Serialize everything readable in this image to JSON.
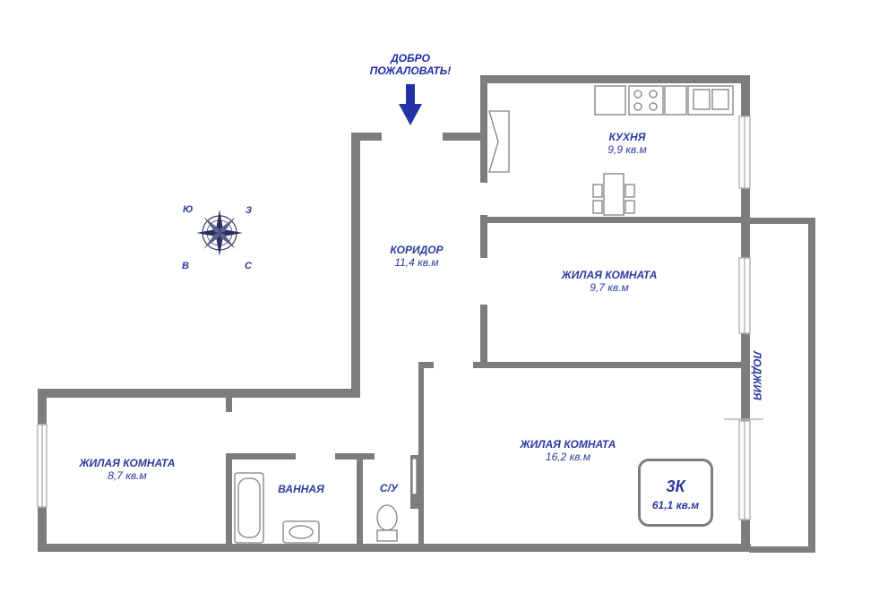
{
  "entrance": {
    "line1": "ДОБРО",
    "line2": "ПОЖАЛОВАТЬ!"
  },
  "rooms": {
    "kitchen": {
      "name": "КУХНЯ",
      "area": "9,9 кв.м"
    },
    "corridor": {
      "name": "КОРИДОР",
      "area": "11,4 кв.м"
    },
    "living_room_1": {
      "name": "ЖИЛАЯ КОМНАТА",
      "area": "9,7 кв.м"
    },
    "living_room_2": {
      "name": "ЖИЛАЯ КОМНАТА",
      "area": "16,2 кв.м"
    },
    "living_room_3": {
      "name": "ЖИЛАЯ КОМНАТА",
      "area": "8,7 кв.м"
    },
    "bathroom": {
      "name": "ВАННАЯ"
    },
    "toilet": {
      "name": "С/У"
    },
    "loggia": {
      "name": "ЛОДЖИЯ"
    }
  },
  "summary": {
    "rooms": "3К",
    "total_area": "61,1 кв.м"
  },
  "compass": {
    "north_west": "Ю",
    "north_east": "З",
    "south_west": "В",
    "south_east": "С"
  },
  "colors": {
    "wall": "#7d7d7d",
    "text": "#2c3a9e",
    "arrow": "#2233aa",
    "window": "#b5b5b5"
  },
  "icons": [
    "down-arrow-icon",
    "compass-rose-icon",
    "stove-icon",
    "sink-icon",
    "bathtub-icon",
    "toilet-icon",
    "dining-table-icon"
  ]
}
